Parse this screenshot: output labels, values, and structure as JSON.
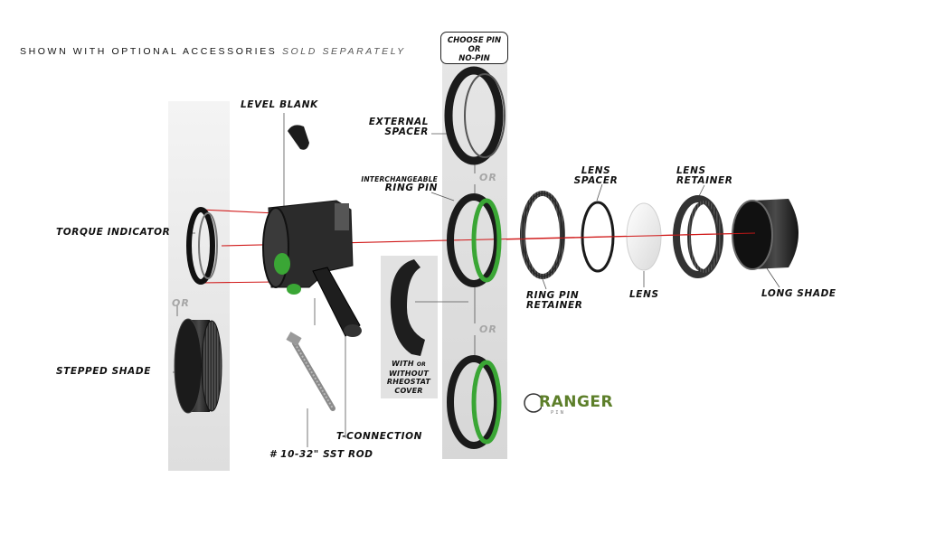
{
  "header": {
    "main": "SHOWN WITH OPTIONAL ACCESSORIES",
    "sold": "SOLD SEPARATELY"
  },
  "choose_box": {
    "line1": "CHOOSE PIN",
    "line2": "OR",
    "line3": "NO-PIN"
  },
  "labels": {
    "level_blank": "LEVEL BLANK",
    "external_spacer_1": "EXTERNAL",
    "external_spacer_2": "SPACER",
    "interchangeable": "INTERCHANGEABLE",
    "ring_pin": "RING PIN",
    "lens_spacer_1": "LENS",
    "lens_spacer_2": "SPACER",
    "lens_retainer_1": "LENS",
    "lens_retainer_2": "RETAINER",
    "torque_indicator": "TORQUE INDICATOR",
    "ring_pin_retainer_1": "RING PIN",
    "ring_pin_retainer_2": "RETAINER",
    "lens": "LENS",
    "long_shade": "LONG SHADE",
    "stepped_shade": "STEPPED SHADE",
    "rheostat_1": "WITH",
    "rheostat_or": "OR",
    "rheostat_2": "WITHOUT",
    "rheostat_3": "RHEOSTAT",
    "rheostat_4": "COVER",
    "t_connection": "T-CONNECTION",
    "sst_rod": "# 10-32\" SST ROD"
  },
  "or_words": {
    "or_left": "OR",
    "or_top": "OR",
    "or_bottom": "OR"
  },
  "logo": {
    "text": "RANGER",
    "sub": "PIN"
  },
  "colors": {
    "accent_green": "#3aa635",
    "laser_red": "#d01818",
    "panel_gray": "#e4e4e4",
    "or_gray": "#a6a6a6"
  }
}
